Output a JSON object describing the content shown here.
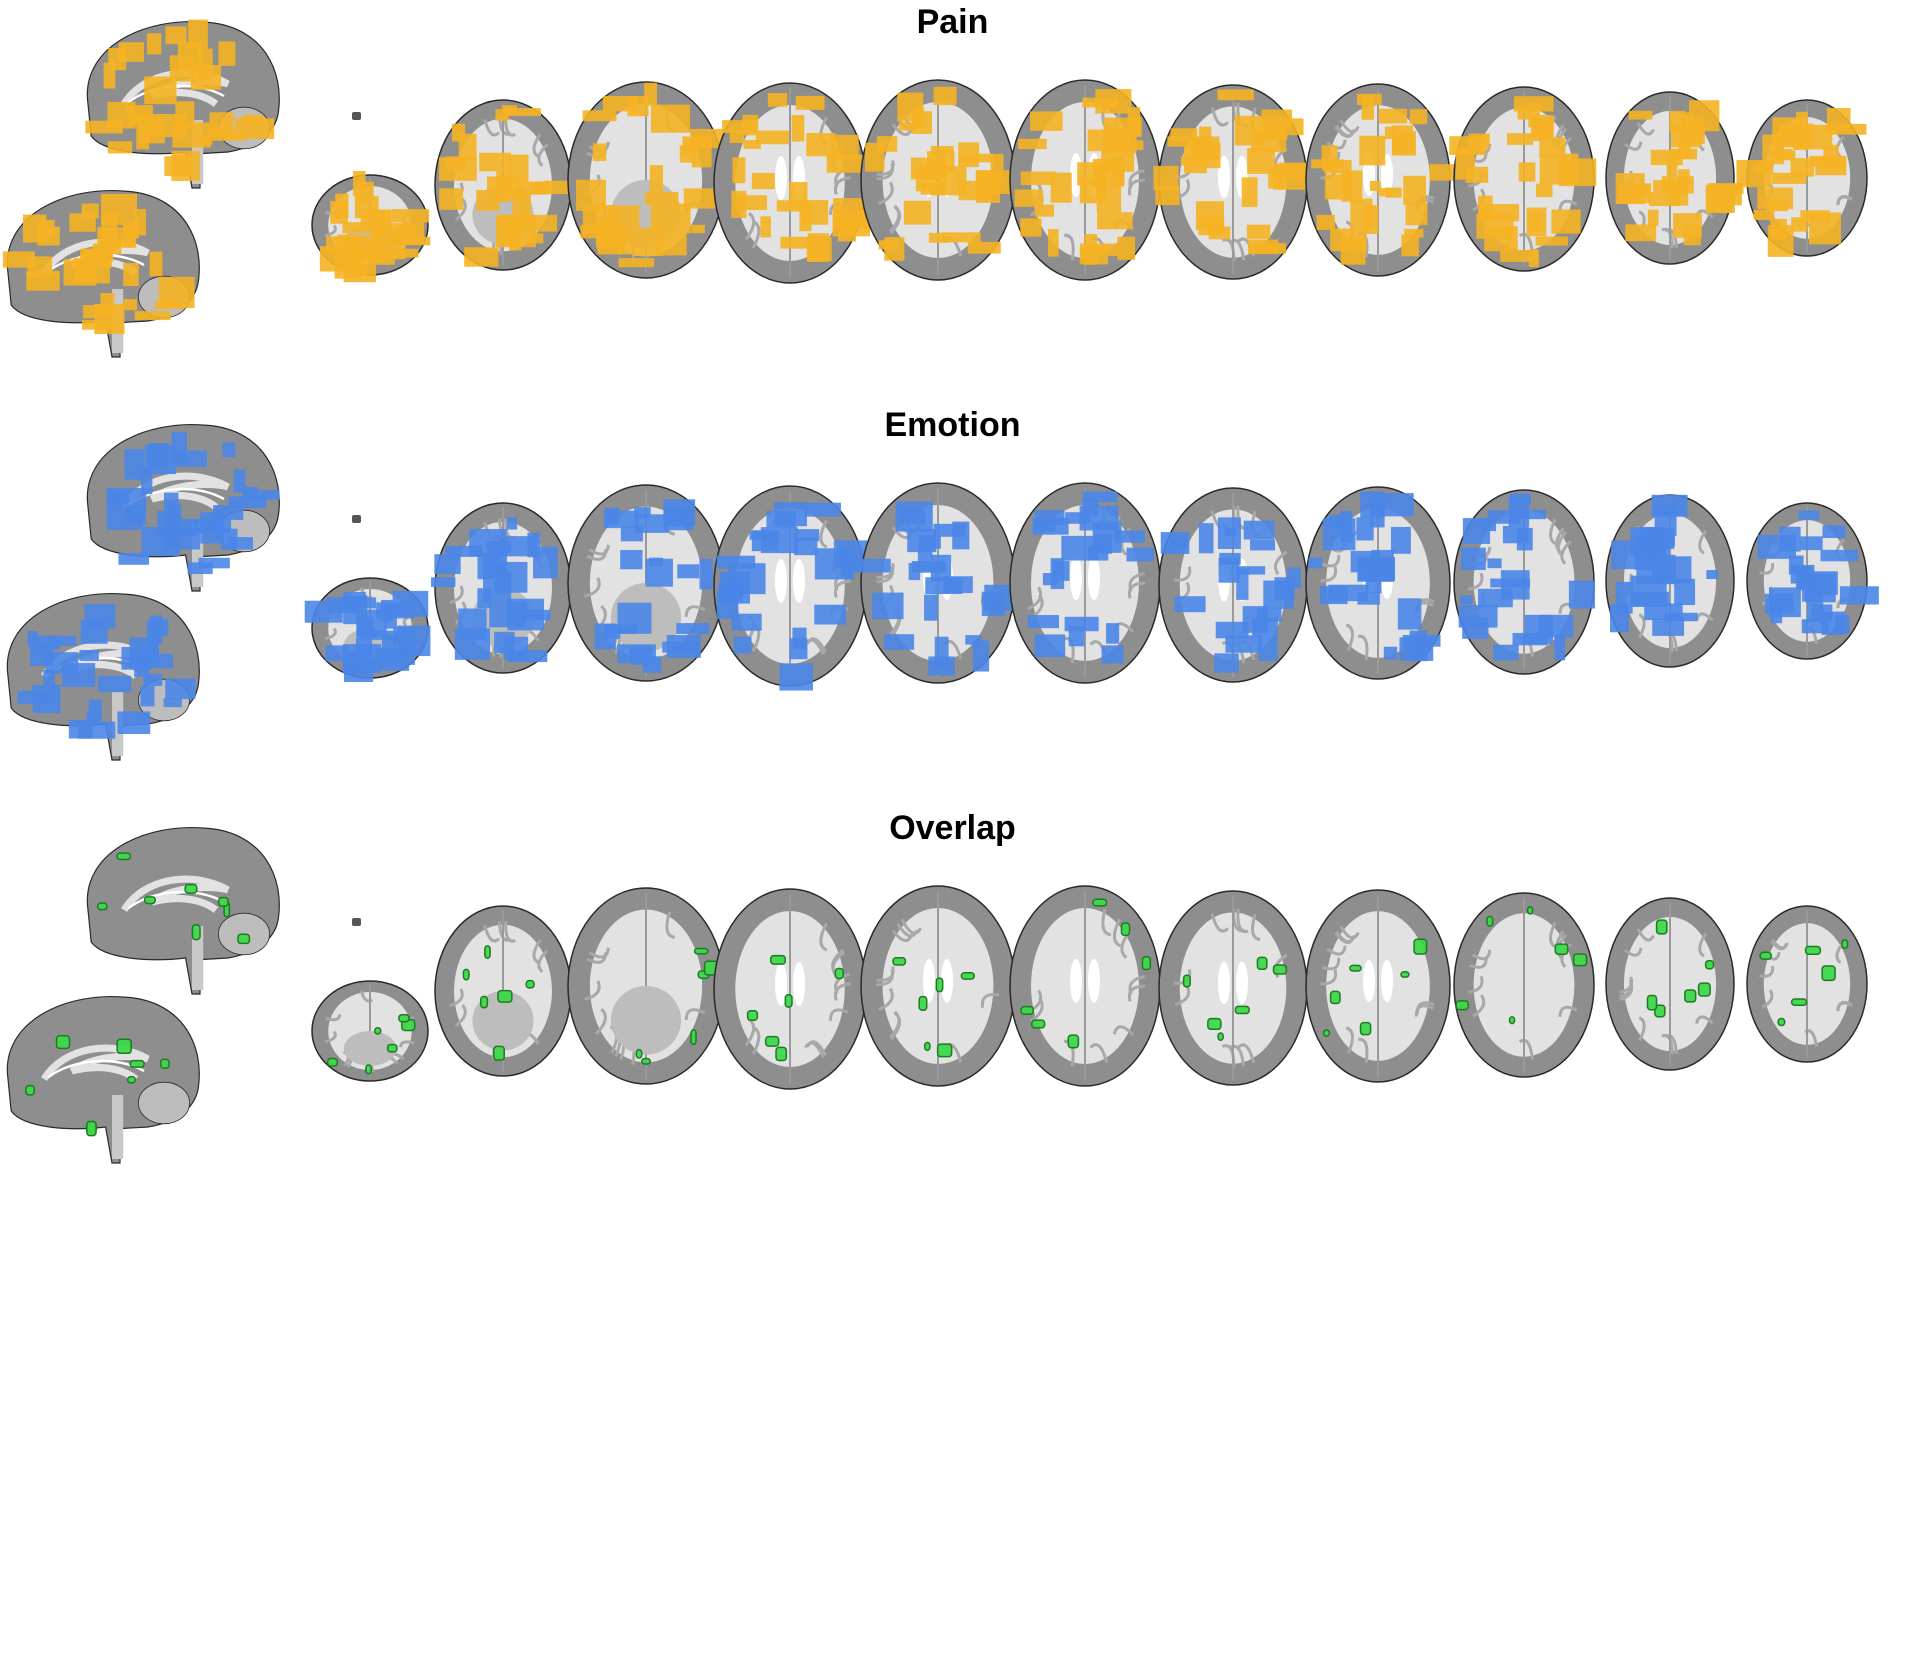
{
  "panels": [
    {
      "id": "pain",
      "title": "Pain",
      "overlay_color": "#F5B224",
      "style": "filled"
    },
    {
      "id": "emotion",
      "title": "Emotion",
      "overlay_color": "#4A86E8",
      "style": "filled"
    },
    {
      "id": "overlap",
      "title": "Overlap",
      "overlay_color": "#3FD84A",
      "outline_color": "#1E7A24",
      "style": "outlined"
    }
  ],
  "brain_colors": {
    "gray_matter": "#8E8E8E",
    "white_matter": "#E2E2E2",
    "outline": "#2A2A2A",
    "ventricle": "#FFFFFF"
  },
  "axial_slice_count": 11,
  "sagittal_view_count": 2
}
